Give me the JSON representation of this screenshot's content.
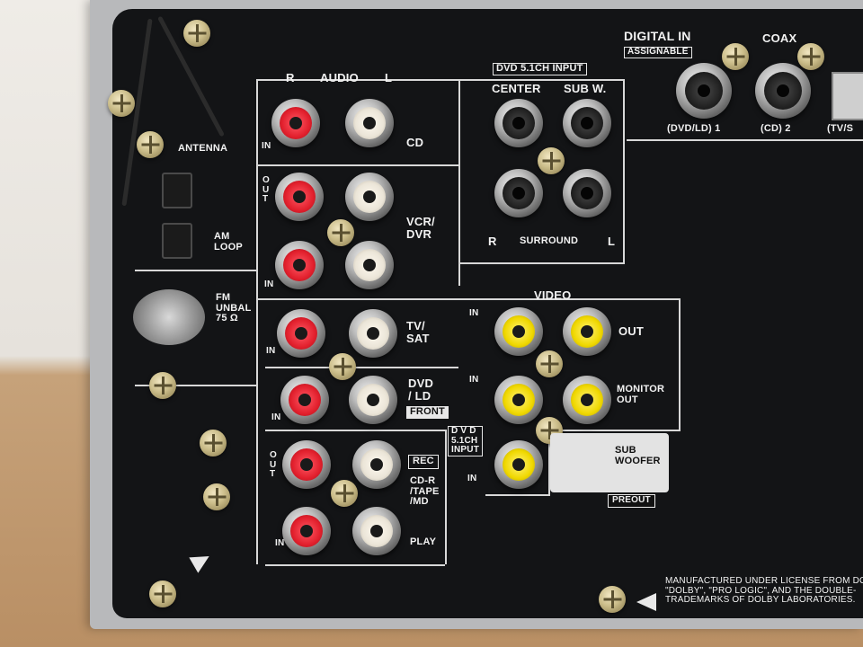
{
  "panel_labels": {
    "digital_in": "DIGITAL IN",
    "assignable": "ASSIGNABLE",
    "coax": "COAX",
    "dvd_ld_1": "(DVD/LD) 1",
    "cd_2": "(CD) 2",
    "tv_s": "(TV/S",
    "dvd_51_input": "DVD 5.1CH INPUT",
    "center": "CENTER",
    "sub_w": "SUB W.",
    "surround": "SURROUND",
    "surround_r": "R",
    "surround_l": "L",
    "audio_r": "R",
    "audio": "AUDIO",
    "audio_l": "L",
    "antenna": "ANTENNA",
    "am_loop": "AM\nLOOP",
    "fm_unbal": "FM\nUNBAL\n75 Ω",
    "cd": "CD",
    "in_cd": "IN",
    "out_vcr": "O\nU\nT",
    "vcr_dvr": "VCR/\nDVR",
    "in_vcr": "IN",
    "tv_sat": "TV/\nSAT",
    "in_tv": "IN",
    "video": "VIDEO",
    "video_in": "IN",
    "video_out": "OUT",
    "dvd_ld": "DVD\n/ LD",
    "front": "FRONT",
    "in_dvd": "IN",
    "monitor_out": "MONITOR\nOUT",
    "monitor_in": "IN",
    "dvd_51ch_input_small": "D V D\n5.1CH\nINPUT",
    "dvd51_in": "IN",
    "sub_woofer": "SUB\nWOOFER",
    "preout": "PREOUT",
    "out_cdr": "O\nU\nT",
    "rec": "REC",
    "cd_r_tape_md": "CD-R\n/TAPE\n/MD",
    "in_cdr": "IN",
    "play": "PLAY",
    "license": "MANUFACTURED UNDER LICENSE FROM DOL\n\"DOLBY\", \"PRO LOGIC\", AND THE DOUBLE-\nTRADEMARKS OF DOLBY LABORATORIES."
  },
  "colors": {
    "panel": "#131416",
    "chassis": "#b8b9bb",
    "jack_red": "#e2202d",
    "jack_white": "#ebe5d8",
    "jack_yellow": "#f0d800",
    "jack_black": "#1c1c1c",
    "label": "#f2f2f2"
  }
}
